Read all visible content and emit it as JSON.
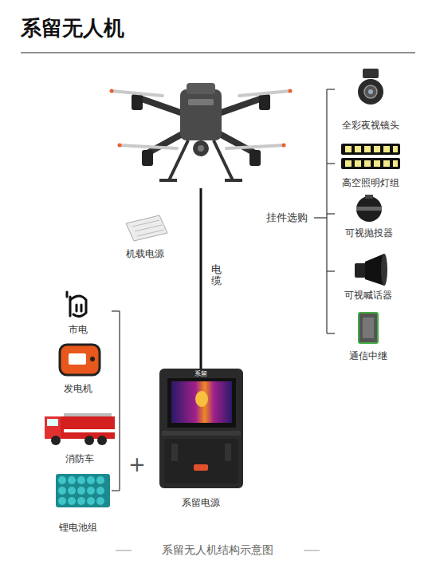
{
  "diagram": {
    "title": "系留无人机",
    "caption": "系留无人机结构示意图",
    "nodes": [
      {
        "text": [
          "全彩夜视镜头"
        ]
      },
      {
        "text": [
          "高空照明灯组"
        ]
      },
      {
        "text": [
          "可视抛投器"
        ]
      },
      {
        "text": [
          "机载电源"
        ]
      },
      {
        "text": [
          "可视喊话器"
        ]
      },
      {
        "text": [
          "市电"
        ]
      },
      {
        "text": [
          "通信中继"
        ]
      },
      {
        "text": [
          "发电机"
        ]
      },
      {
        "text": [
          "消防车"
        ]
      },
      {
        "text": [
          "系留电源"
        ]
      },
      {
        "text": [
          "锂电池组"
        ]
      }
    ],
    "labels": [
      "挂件选购",
      "电缆",
      "+",
      "系留"
    ]
  }
}
